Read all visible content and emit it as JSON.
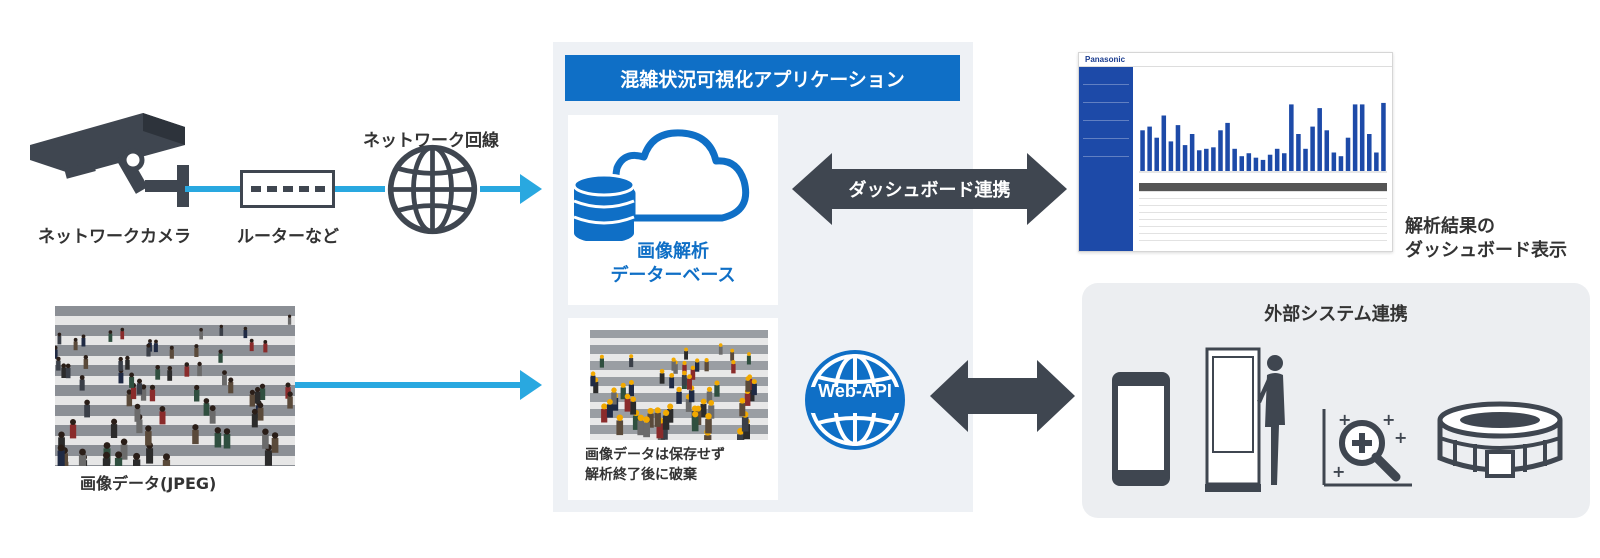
{
  "app": {
    "title": "混雑状況可視化アプリケーション"
  },
  "devices": {
    "camera_label": "ネットワークカメラ",
    "router_label": "ルーターなど",
    "network_label": "ネットワーク回線",
    "image_data_label": "画像データ(JPEG)"
  },
  "database": {
    "line1": "画像解析",
    "line2": "データーベース"
  },
  "anonymized": {
    "line1": "画像データは保存せず",
    "line2": "解析終了後に破棄"
  },
  "links": {
    "dashboard_link": "ダッシュボード連携",
    "web_api": "Web-API"
  },
  "dashboard": {
    "brand": "Panasonic",
    "caption_line1": "解析結果の",
    "caption_line2": "ダッシュボード表示",
    "bar_values": [
      55,
      60,
      45,
      75,
      40,
      62,
      35,
      50,
      28,
      30,
      32,
      55,
      65,
      30,
      20,
      24,
      18,
      15,
      22,
      30,
      24,
      90,
      50,
      30,
      60,
      85,
      55,
      25,
      20,
      45,
      90,
      90,
      50,
      25,
      92
    ]
  },
  "external": {
    "title": "外部システム連携"
  },
  "colors": {
    "brand_blue": "#0f6fc6",
    "arrow_blue": "#29a8e0",
    "dark_gray": "#3f4650",
    "panel_gray": "#eef1f5"
  },
  "icons": [
    "camera-icon",
    "router-icon",
    "globe-icon",
    "cloud-database-icon",
    "smartphone-icon",
    "digital-signage-icon",
    "analytics-zoom-icon",
    "stadium-icon"
  ]
}
